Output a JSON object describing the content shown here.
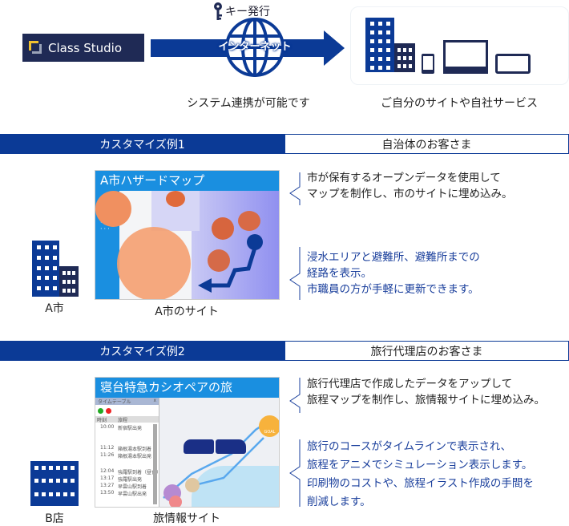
{
  "top": {
    "logo_text": "Class Studio",
    "key_label": "キー発行",
    "internet_label": "インターネット",
    "left_caption": "システム連携が可能です",
    "right_caption": "ご自分のサイトや自社サービス"
  },
  "example1": {
    "tab_label": "カスタマイズ例1",
    "customer_label": "自治体のお客さま",
    "building_label": "A市",
    "map_title": "A市ハザードマップ",
    "site_caption": "A市のサイト",
    "desc1": [
      "市が保有するオープンデータを使用して",
      "マップを制作し、市のサイトに埋め込み。"
    ],
    "desc2": [
      "浸水エリアと避難所、避難所までの",
      "経路を表示。",
      "市職員の方が手軽に更新できます。"
    ]
  },
  "example2": {
    "tab_label": "カスタマイズ例2",
    "customer_label": "旅行代理店のお客さま",
    "building_label": "B店",
    "map_title": "寝台特急カシオペアの旅",
    "site_caption": "旅情報サイト",
    "timetable": {
      "title": "タイムテーブル",
      "close": "x",
      "headers": [
        "時刻",
        "旅程"
      ],
      "rows": [
        {
          "time": "10:00",
          "event": "新宿駅出発"
        },
        {
          "time": "11:12",
          "event": "箱根湯本駅到着"
        },
        {
          "time": "11:26",
          "event": "箱根湯本駅出発"
        },
        {
          "time": "12:04",
          "event": "強羅駅到着（昼食）"
        },
        {
          "time": "13:17",
          "event": "強羅駅出発"
        },
        {
          "time": "13:27",
          "event": "早雲山駅到着"
        },
        {
          "time": "13:50",
          "event": "早雲山駅出発"
        }
      ]
    },
    "goal_label": "GOAL",
    "desc1": [
      "旅行代理店で作成したデータをアップして",
      "旅程マップを制作し、旅情報サイトに埋め込み。"
    ],
    "desc2": [
      "旅行のコースがタイムラインで表示され、",
      "旅程をアニメでシミュレーション表示します。",
      "印刷物のコストや、旅程イラスト作成の手間を",
      "削減します。"
    ]
  },
  "colors": {
    "navy": "#0b3a96",
    "accent": "#1a8fe0",
    "text_blue": "#1a3f9c",
    "logo_bg": "#1f2a55"
  }
}
